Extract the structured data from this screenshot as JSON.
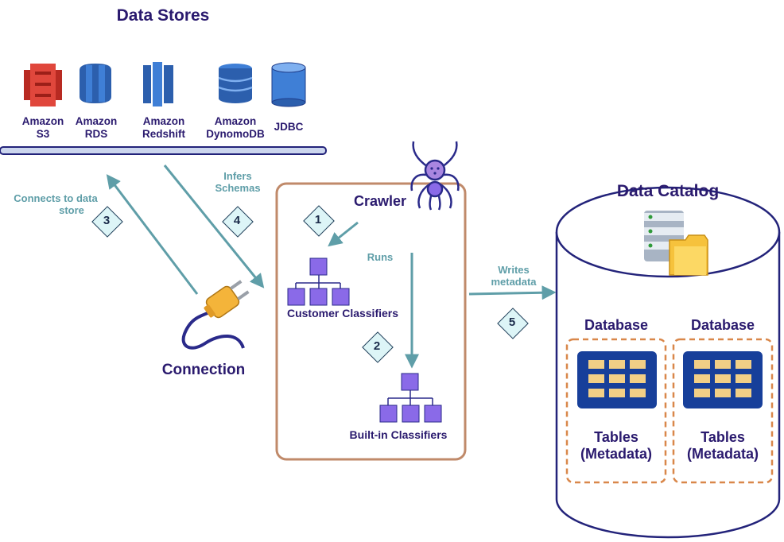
{
  "colors": {
    "navy": "#2a1a6e",
    "teal": "#5f9ea8",
    "box_border": "#c08a6a",
    "dashed_border": "#d9874a",
    "classifier": "#8a6ae8",
    "table_bg": "#173f9a",
    "table_cell": "#f2cf86"
  },
  "title": "Data Stores",
  "stores": [
    {
      "line1": "Amazon",
      "line2": "S3",
      "icon": "amazon-s3-icon"
    },
    {
      "line1": "Amazon",
      "line2": "RDS",
      "icon": "amazon-rds-icon"
    },
    {
      "line1": "Amazon",
      "line2": "Redshift",
      "icon": "amazon-redshift-icon"
    },
    {
      "line1": "Amazon",
      "line2": "DynomoDB",
      "icon": "amazon-dynamodb-icon"
    },
    {
      "line1": "JDBC",
      "line2": "",
      "icon": "jdbc-icon"
    }
  ],
  "connection": {
    "label": "Connection",
    "icon": "plug-icon"
  },
  "steps": {
    "s1": {
      "num": "1"
    },
    "s2": {
      "num": "2"
    },
    "s3": {
      "num": "3",
      "line1": "Connects to data",
      "line2": "store"
    },
    "s4": {
      "num": "4",
      "line1": "Infers",
      "line2": "Schemas"
    },
    "s5": {
      "num": "5",
      "line1": "Writes",
      "line2": "metadata"
    },
    "runs": "Runs"
  },
  "crawler": {
    "label": "Crawler",
    "icon": "spider-icon"
  },
  "classifiers": {
    "customer": "Customer Classifiers",
    "builtin": "Built-in Classifiers"
  },
  "catalog": {
    "title": "Data Catalog",
    "icon": "database-folder-icon",
    "databases": [
      {
        "label": "Database",
        "tables_line1": "Tables",
        "tables_line2": "(Metadata)"
      },
      {
        "label": "Database",
        "tables_line1": "Tables",
        "tables_line2": "(Metadata)"
      }
    ]
  }
}
